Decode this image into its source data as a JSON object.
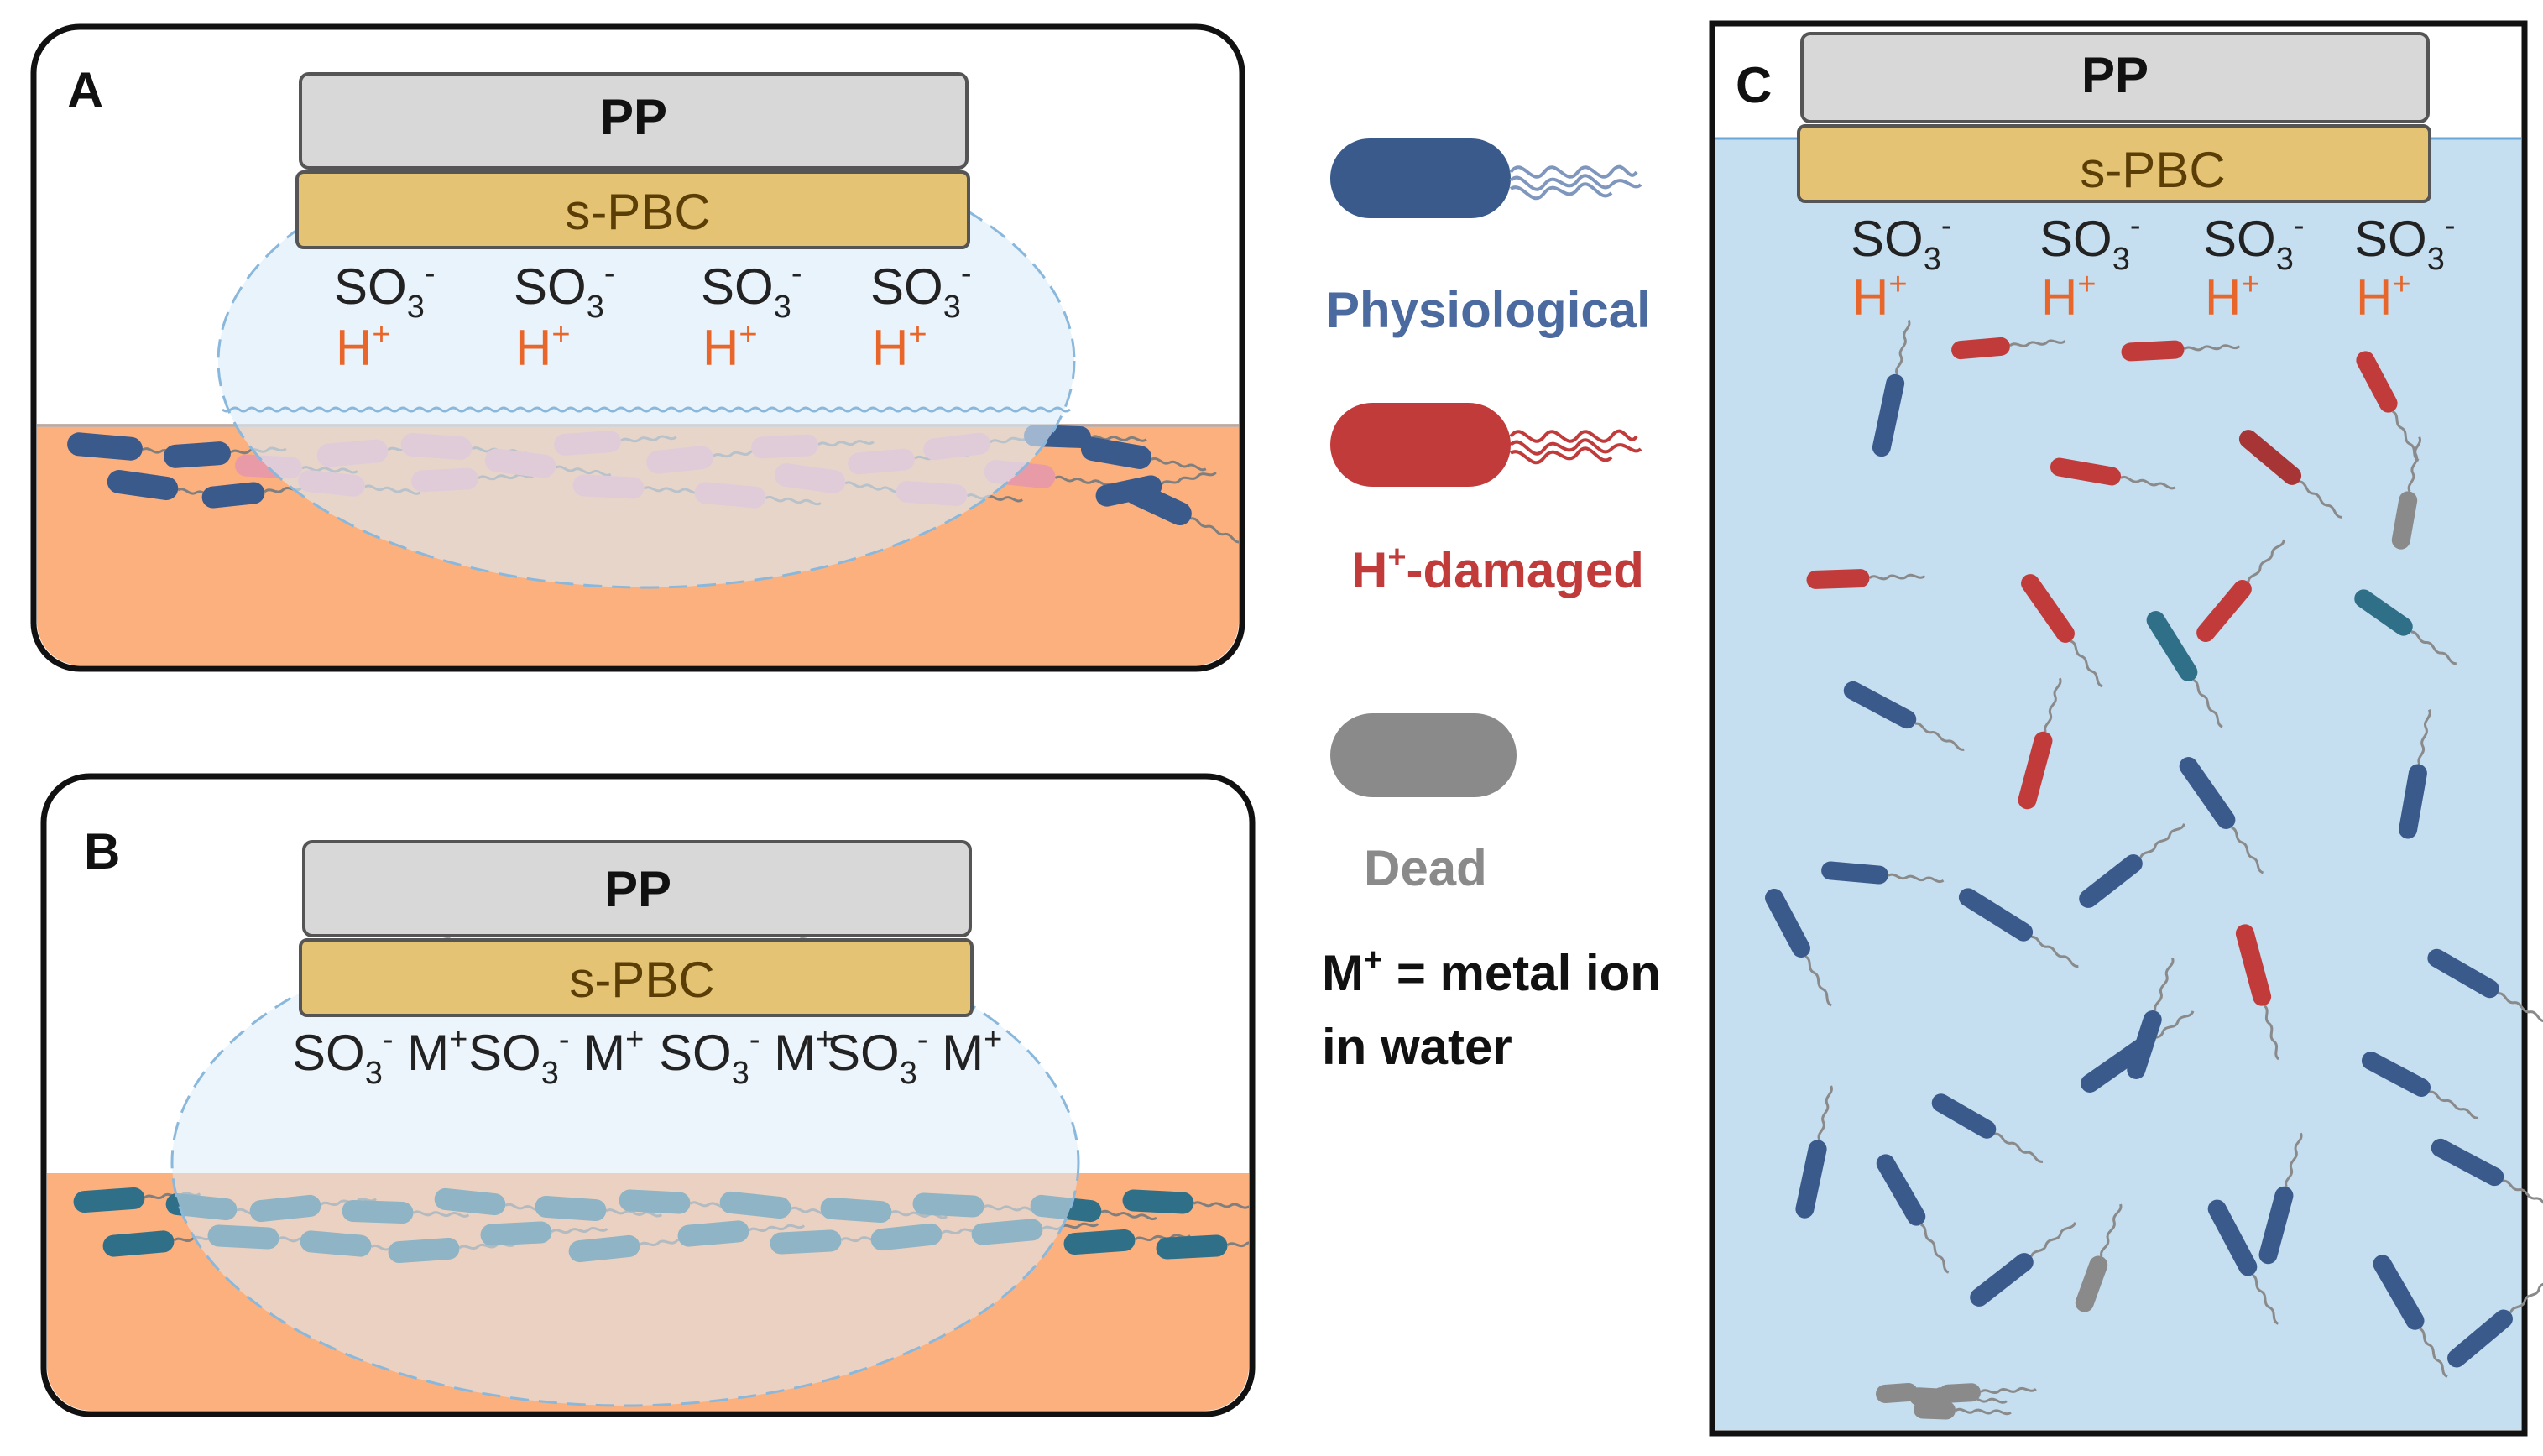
{
  "panels": {
    "A": {
      "letter": "A",
      "top_layer": "PP",
      "mid_layer": "s-PBC",
      "groups": [
        {
          "anion": "SO",
          "sub": "3",
          "sup": "-",
          "cation": "H",
          "csup": "+"
        },
        {
          "anion": "SO",
          "sub": "3",
          "sup": "-",
          "cation": "H",
          "csup": "+"
        },
        {
          "anion": "SO",
          "sub": "3",
          "sup": "-",
          "cation": "H",
          "csup": "+"
        },
        {
          "anion": "SO",
          "sub": "3",
          "sup": "-",
          "cation": "H",
          "csup": "+"
        }
      ]
    },
    "B": {
      "letter": "B",
      "top_layer": "PP",
      "mid_layer": "s-PBC",
      "groups": [
        {
          "anion": "SO",
          "sub": "3",
          "sup": "-",
          "cation": " M",
          "csup": "+"
        },
        {
          "anion": "SO",
          "sub": "3",
          "sup": "-",
          "cation": " M",
          "csup": "+"
        },
        {
          "anion": "SO",
          "sub": "3",
          "sup": "-",
          "cation": " M",
          "csup": "+"
        },
        {
          "anion": "SO",
          "sub": "3",
          "sup": "-",
          "cation": " M",
          "csup": "+"
        }
      ]
    },
    "C": {
      "letter": "C",
      "top_layer": "PP",
      "mid_layer": "s-PBC",
      "groups": [
        {
          "anion": "SO",
          "sub": "3",
          "sup": "-",
          "cation": "H",
          "csup": "+"
        },
        {
          "anion": "SO",
          "sub": "3",
          "sup": "-",
          "cation": "H",
          "csup": "+"
        },
        {
          "anion": "SO",
          "sub": "3",
          "sup": "-",
          "cation": "H",
          "csup": "+"
        },
        {
          "anion": "SO",
          "sub": "3",
          "sup": "-",
          "cation": "H",
          "csup": "+"
        }
      ]
    }
  },
  "legend": {
    "physiological": "Physiological",
    "damaged_prefix": "H",
    "damaged_sup": "+",
    "damaged_suffix": "-damaged",
    "dead": "Dead",
    "metal_line1_prefix": "M",
    "metal_line1_sup": "+",
    "metal_line1_suffix": " = metal ion",
    "metal_line2": "in water"
  },
  "colors": {
    "physiological": "#3a5a8c",
    "damaged": "#c23b3b",
    "dead": "#8a8a8a",
    "teal": "#2f6f87",
    "tissue": "#fbb07e",
    "water": "#c5def0",
    "pp": "#d8d8d8",
    "spbc": "#e4c374",
    "hplus": "#e8662a",
    "frame": "#111111"
  }
}
